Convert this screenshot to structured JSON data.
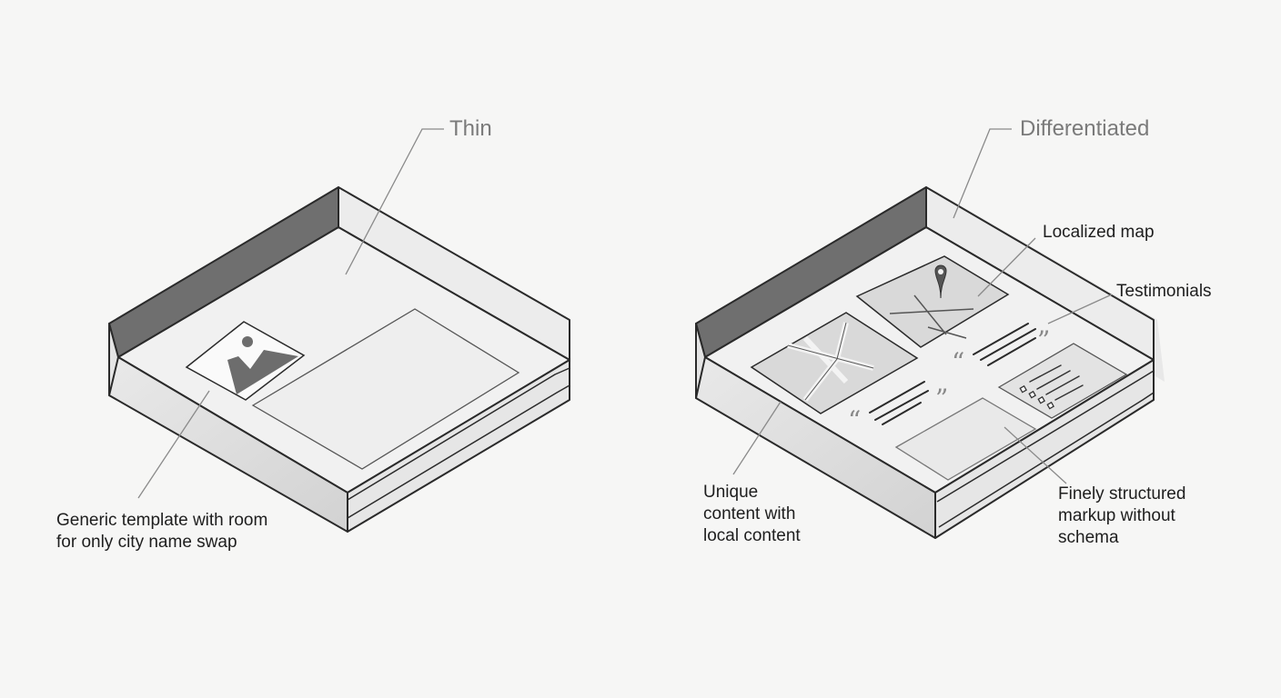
{
  "panels": {
    "thin": {
      "title": "Thin",
      "annotation": "Generic template with room\nfor only city name swap"
    },
    "differentiated": {
      "title": "Differentiated",
      "annotations": {
        "map": "Localized map",
        "testimonials": "Testimonials",
        "unique": "Unique\ncontent with\nlocal content",
        "markup": "Finely structured\nmarkup without\nschema"
      }
    }
  },
  "quote_glyphs": {
    "open": "“",
    "close": "”"
  },
  "icons": [
    "image-placeholder-icon",
    "map-pin-icon",
    "quote-icon",
    "checklist-icon"
  ],
  "colors": {
    "background": "#f6f6f5",
    "outline": "#2a2a2a",
    "dark_wall": "#6f6f6f",
    "tray_floor": "#f1f1f1",
    "side_face": "#dcdcdc",
    "leader": "#8a8a8a"
  }
}
